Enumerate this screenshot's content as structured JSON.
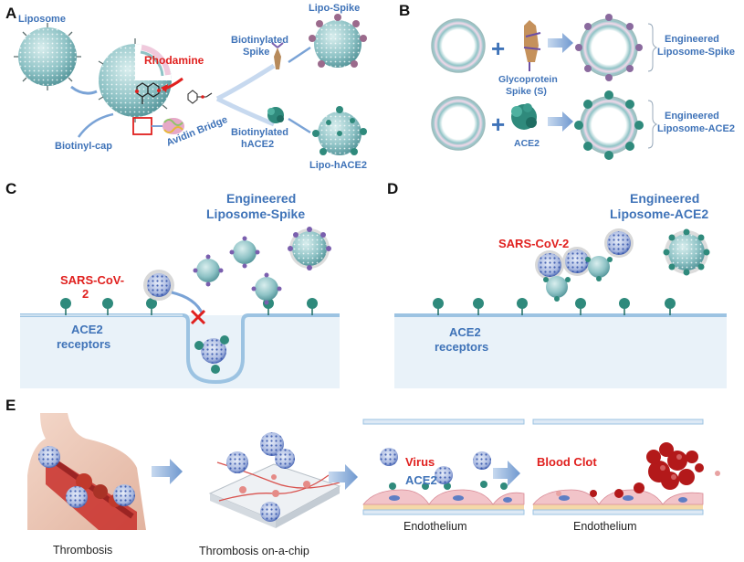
{
  "panels": {
    "a": "A",
    "b": "B",
    "c": "C",
    "d": "D",
    "e": "E"
  },
  "panel_a": {
    "liposome": "Liposome",
    "rhodamine": "Rhodamine",
    "biotinyl_cap": "Biotinyl-cap",
    "avidin_bridge": "Avidin Bridge",
    "biotinylated_spike_1": "Biotinylated",
    "biotinylated_spike_2": "Spike",
    "biotinylated_hace2_1": "Biotinylated",
    "biotinylated_hace2_2": "hACE2",
    "lipo_spike": "Lipo-Spike",
    "lipo_hace2": "Lipo-hACE2"
  },
  "panel_b": {
    "glycoprotein_1": "Glycoprotein",
    "glycoprotein_2": "Spike (S)",
    "ace2": "ACE2",
    "engineered_spike_1": "Engineered",
    "engineered_spike_2": "Liposome-Spike",
    "engineered_ace2_1": "Engineered",
    "engineered_ace2_2": "Liposome-ACE2",
    "plus": "+"
  },
  "panel_c": {
    "title_1": "Engineered",
    "title_2": "Liposome-Spike",
    "sars_1": "SARS-CoV-",
    "sars_2": "2",
    "ace2_1": "ACE2",
    "ace2_2": "receptors"
  },
  "panel_d": {
    "title_1": "Engineered",
    "title_2": "Liposome-ACE2",
    "sars": "SARS-CoV-2",
    "ace2_1": "ACE2",
    "ace2_2": "receptors"
  },
  "panel_e": {
    "thrombosis": "Thrombosis",
    "chip": "Thrombosis on-a-chip",
    "virus": "Virus",
    "ace2": "ACE2",
    "endothelium_1": "Endothelium",
    "blood_clot": "Blood Clot",
    "endothelium_2": "Endothelium"
  },
  "colors": {
    "label_blue": "#3f73b8",
    "label_red": "#e0201e",
    "liposome_teal": "#8fc3c6",
    "virus_blue": "#2e4fa8",
    "arrow_blue": "#7aa3d6",
    "membrane": "#b7d3ea",
    "blood_red": "#b3191a"
  }
}
